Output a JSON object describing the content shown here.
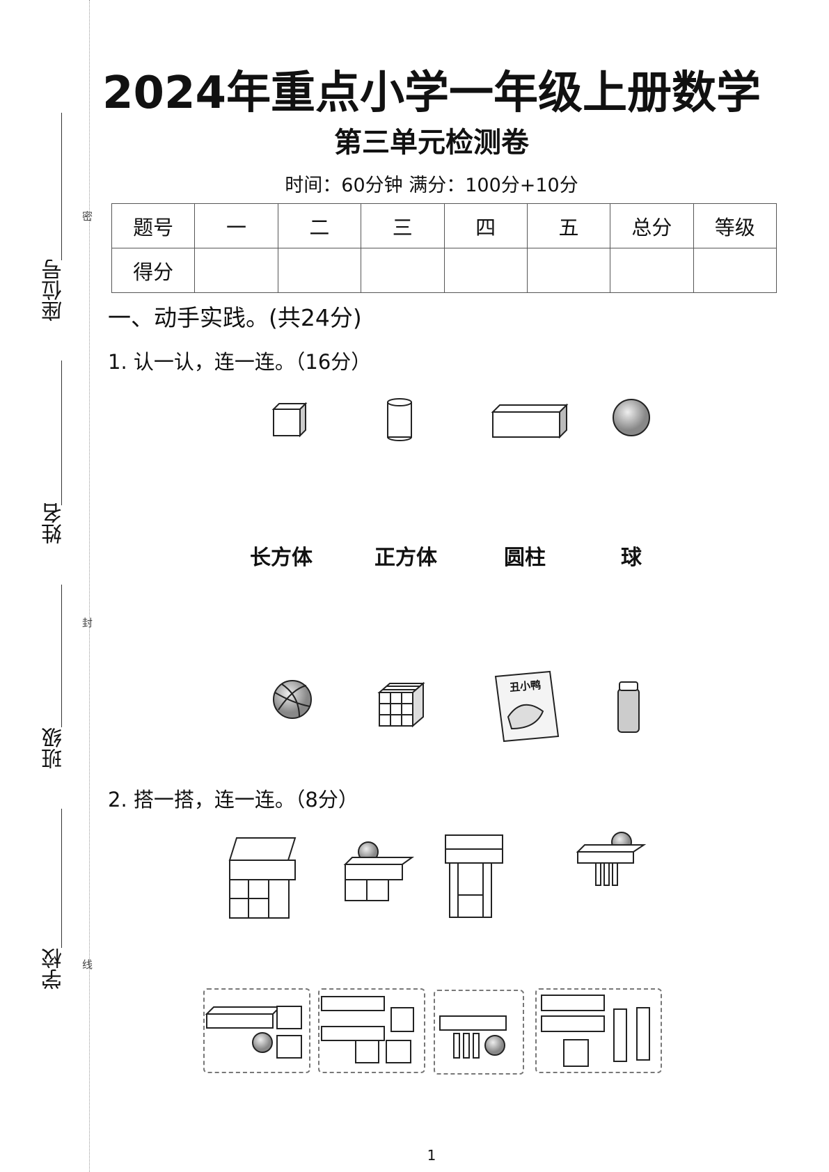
{
  "header": {
    "title": "2024年重点小学一年级上册数学",
    "subtitle": "第三单元检测卷",
    "meta": "时间：60分钟  满分：100分+10分"
  },
  "score_table": {
    "row1": [
      "题号",
      "一",
      "二",
      "三",
      "四",
      "五",
      "总分",
      "等级"
    ],
    "row2": [
      "得分",
      "",
      "",
      "",
      "",
      "",
      "",
      ""
    ]
  },
  "margin": {
    "fields": [
      "座位号",
      "姓名",
      "班级",
      "学校"
    ],
    "seal_marks": [
      "密",
      "封",
      "线"
    ]
  },
  "section1": {
    "heading": "一、动手实践。(共24分)",
    "q1": {
      "title": "1. 认一认，连一连。（16分）",
      "shapes": [
        "cube-icon",
        "cylinder-icon",
        "cuboid-icon",
        "sphere-icon"
      ],
      "labels": [
        "长方体",
        "正方体",
        "圆柱",
        "球"
      ],
      "objects": [
        "basketball",
        "rubiks-cube",
        "book",
        "bottle"
      ],
      "book_title": "丑小鸭"
    },
    "q2": {
      "title": "2. 搭一搭，连一连。（8分）"
    }
  },
  "footer": {
    "page_number": "1"
  }
}
